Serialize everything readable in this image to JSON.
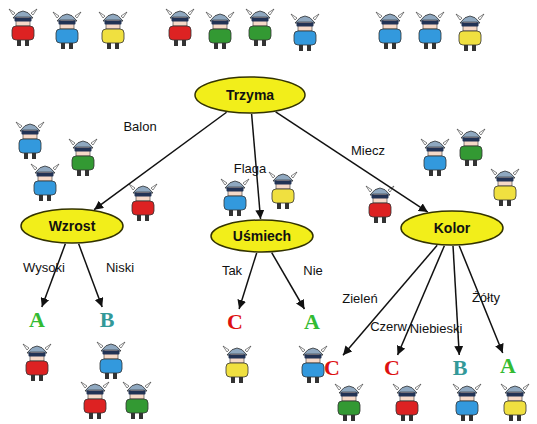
{
  "diagram": {
    "nodes": [
      {
        "text": [
          "Trzyma"
        ]
      },
      {
        "text": [
          "Wzrost"
        ]
      },
      {
        "text": [
          "Uśmiech"
        ]
      },
      {
        "text": [
          "Kolor"
        ]
      },
      {
        "text": [
          "A"
        ]
      },
      {
        "text": [
          "B"
        ]
      },
      {
        "text": [
          "C"
        ]
      },
      {
        "text": [
          "A"
        ]
      },
      {
        "text": [
          "C"
        ]
      },
      {
        "text": [
          "C"
        ]
      },
      {
        "text": [
          "B"
        ]
      },
      {
        "text": [
          "A"
        ]
      }
    ],
    "edges": [
      {
        "from": 0,
        "to": 1,
        "label": "Balon",
        "arrow": "to"
      },
      {
        "from": 0,
        "to": 2,
        "label": "Flaga",
        "arrow": "to"
      },
      {
        "from": 0,
        "to": 3,
        "label": "Miecz",
        "arrow": "to"
      },
      {
        "from": 1,
        "to": 4,
        "label": "Wysoki",
        "arrow": "to"
      },
      {
        "from": 1,
        "to": 5,
        "label": "Niski",
        "arrow": "to"
      },
      {
        "from": 2,
        "to": 6,
        "label": "Tak",
        "arrow": "to"
      },
      {
        "from": 2,
        "to": 7,
        "label": "Nie",
        "arrow": "to"
      },
      {
        "from": 3,
        "to": 8,
        "label": "Zieleń",
        "arrow": "to"
      },
      {
        "from": 3,
        "to": 9,
        "label": "Czerw.",
        "arrow": "to"
      },
      {
        "from": 3,
        "to": 10,
        "label": "Niebieski",
        "arrow": "to"
      },
      {
        "from": 3,
        "to": 11,
        "label": "Żółty",
        "arrow": "to"
      }
    ]
  }
}
